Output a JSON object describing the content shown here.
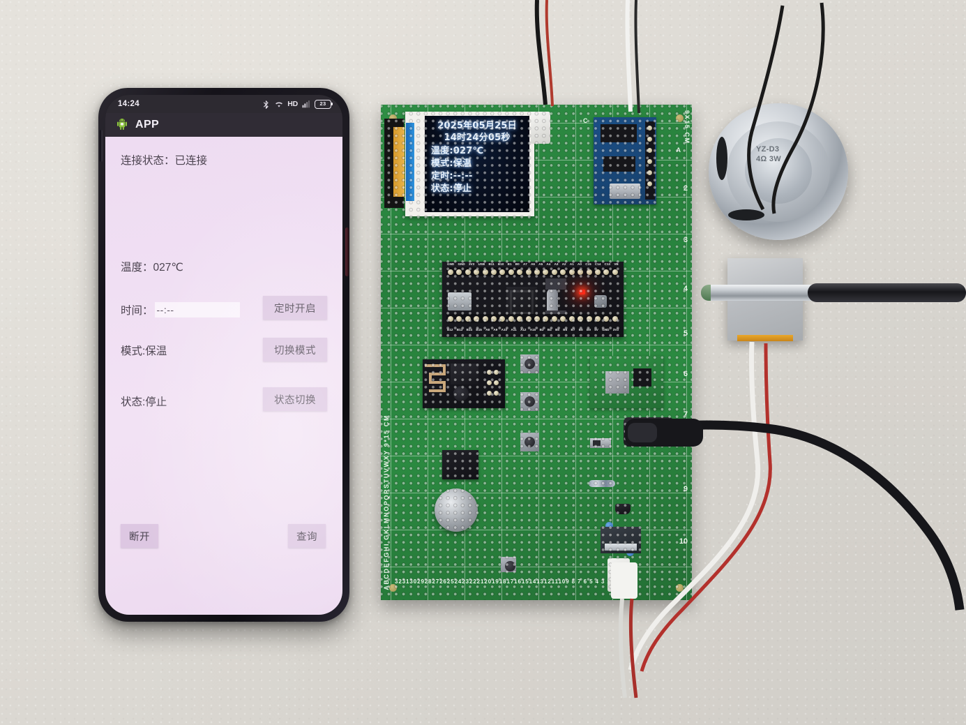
{
  "scene": {
    "description": "smart-thermostat-bench-setup",
    "background_color": "#dedbd5"
  },
  "phone": {
    "status_bar": {
      "time": "14:24",
      "icons": [
        "bluetooth-icon",
        "wifi-icon",
        "hd-icon",
        "signal-icon",
        "battery-icon"
      ],
      "hd_label": "HD",
      "battery_level": "23"
    },
    "title_bar": {
      "icon": "android-robot-icon",
      "title": "APP"
    },
    "app": {
      "connection_row": "连接状态：已连接",
      "temperature_row": "温度：027℃",
      "time_label": "时间：",
      "time_value": "--:--",
      "mode_row": "模式:保温",
      "state_row": "状态:停止",
      "buttons": {
        "timer_start": "定时开启",
        "switch_mode": "切换模式",
        "switch_state": "状态切换",
        "disconnect": "断开",
        "query": "查询"
      },
      "colors": {
        "screen_bg": "#f0dff3",
        "button_bg": "#ddc7e2",
        "text": "#4c4450"
      }
    }
  },
  "board": {
    "silkscreen_right": "9X15 CM",
    "silkscreen_left": "ABCDEFGHI GKLMNOPQRSTUVWXY 9*15 CM",
    "silkscreen_bottom": "32313029282726252423222120191817161514131211109 8 7 6 5 4 3 2 1",
    "row_numbers": [
      "2",
      "3",
      "4",
      "5",
      "6",
      "7",
      "9",
      "10"
    ],
    "column_marks": [
      "C",
      "A"
    ],
    "color": "#2b8a41",
    "lcd": {
      "date": "2025年05月25日",
      "time": "14时24分05秒",
      "temperature": "温度:027℃",
      "mode": "模式:保温",
      "timer": "定时:--:--",
      "status": "状态:停止",
      "text_color": "#eaf4ff",
      "bg_color": "#060b18"
    },
    "mcu": {
      "name": "stm32-blue-pill",
      "pins_top": [
        "GND",
        "GND",
        "3V3",
        "USB",
        "B11",
        "B10",
        "B1",
        "B0",
        "A7",
        "A6",
        "A5",
        "A4",
        "A3",
        "A2",
        "A1",
        "A0",
        "C15",
        "C14",
        "C13",
        "VB"
      ],
      "pins_bottom": [
        "B12",
        "B13",
        "B14",
        "B15",
        "A8",
        "A9",
        "A10",
        "A11",
        "A12",
        "A15",
        "B3",
        "B4",
        "B5",
        "B6",
        "B7",
        "B8",
        "B9",
        "5V",
        "GND",
        "3V3"
      ],
      "led": "power-led-red"
    },
    "modules": {
      "wifi": "esp-01-wifi-module",
      "serial": "usb-ttl-module",
      "rtc": "ds1302-rtc-chip",
      "coin_cell": "cr1220-battery",
      "buck": "mp1584-buck-converter",
      "dc_jack": "dc-power-jack"
    },
    "buttons": [
      "tact-button-1",
      "tact-button-2",
      "tact-button-3"
    ],
    "switch": "slide-switch"
  },
  "speaker": {
    "name": "speaker",
    "label_line1": "YZ-D3",
    "label_line2": "4Ω 3W"
  },
  "sensor": {
    "name": "ds18b20-temperature-probe",
    "block": "aluminum-heating-block",
    "heater": "heater-element"
  }
}
